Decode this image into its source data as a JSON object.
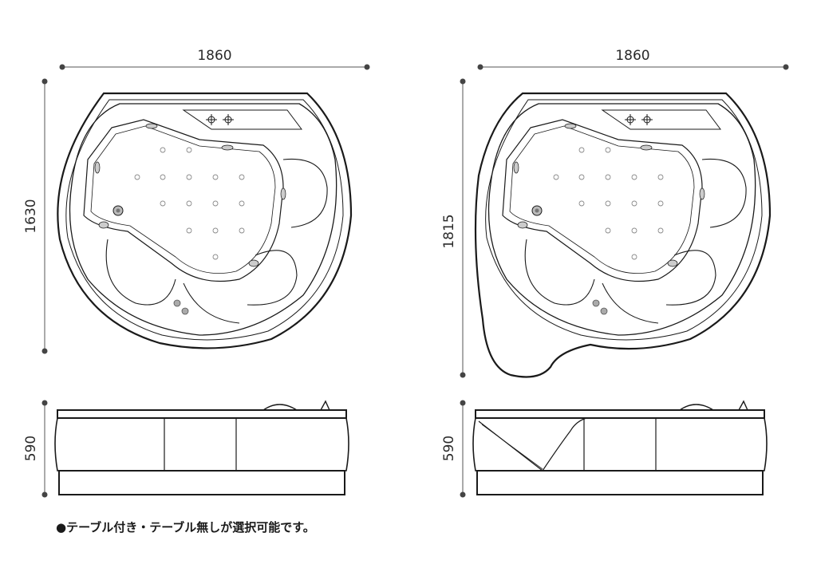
{
  "left_drawing": {
    "width_label": "1860",
    "depth_label": "1630",
    "height_label": "590"
  },
  "right_drawing": {
    "width_label": "1860",
    "depth_label": "1815",
    "height_label": "590"
  },
  "note": "●テーブル付き・テーブル無しが選択可能です。",
  "colors": {
    "line": "#1a1a1a",
    "dimension": "#555555",
    "jet": "#8a8a8a"
  }
}
